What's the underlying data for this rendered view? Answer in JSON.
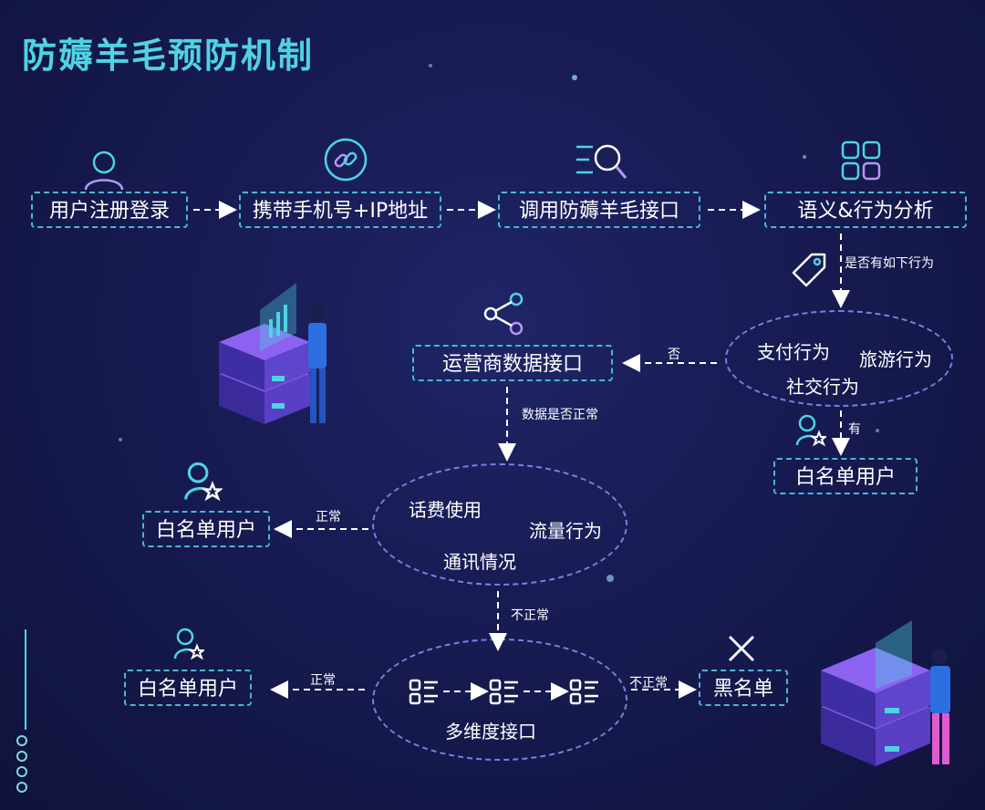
{
  "title": "防薅羊毛预防机制",
  "steps": {
    "register": "用户注册登录",
    "carry": "携带手机号+IP地址",
    "call_api": "调用防薅羊毛接口",
    "analysis": "语义&行为分析",
    "operator_api": "运营商数据接口",
    "whitelist_right": "白名单用户",
    "whitelist_mid": "白名单用户",
    "whitelist_bottom": "白名单用户",
    "blacklist": "黑名单"
  },
  "behavior_ellipse": {
    "pay": "支付行为",
    "travel": "旅游行为",
    "social": "社交行为"
  },
  "data_ellipse": {
    "fee": "话费使用",
    "traffic": "流量行为",
    "comm": "通讯情况"
  },
  "multi_ellipse": {
    "label": "多维度接口"
  },
  "labels": {
    "has_behavior": "是否有如下行为",
    "no": "否",
    "yes": "有",
    "data_normal_q": "数据是否正常",
    "normal1": "正常",
    "abnormal1": "不正常",
    "normal2": "正常",
    "abnormal2": "不正常"
  },
  "colors": {
    "title": "#4fd3e3",
    "box_border": "#4ab7d6",
    "ellipse_border": "#7b7fe0",
    "background": "#171b52"
  },
  "icons": [
    "user-icon",
    "link-icon",
    "search-list-icon",
    "grid-icon",
    "tag-icon",
    "share-icon",
    "user-star-icon",
    "close-icon",
    "list-grid-icon"
  ]
}
